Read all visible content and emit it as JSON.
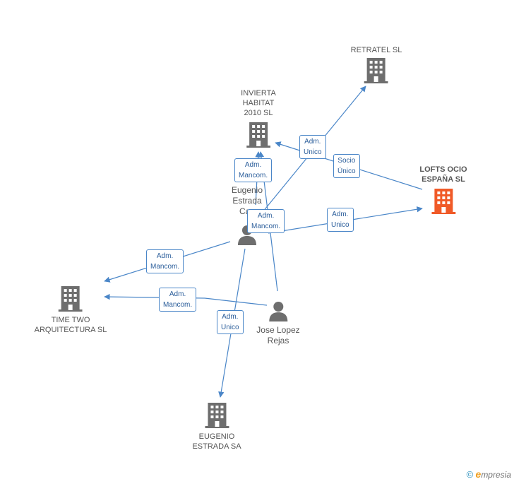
{
  "nodes": {
    "retratel": {
      "label_lines": [
        "RETRATEL SL"
      ]
    },
    "invierta": {
      "label_lines": [
        "INVIERTA",
        "HABITAT",
        "2010 SL"
      ]
    },
    "lofts": {
      "label_lines": [
        "LOFTS OCIO",
        "ESPAÑA SL"
      ],
      "color": "#f05a28"
    },
    "time_two": {
      "label_lines": [
        "TIME TWO",
        "ARQUITECTURA SL"
      ]
    },
    "eugenio_sa": {
      "label_lines": [
        "EUGENIO",
        "ESTRADA SA"
      ]
    },
    "eugenio_person": {
      "label_lines": [
        "Eugenio",
        "Estrada",
        "Can"
      ]
    },
    "jose": {
      "label_lines": [
        "Jose Lopez",
        "Rejas"
      ]
    }
  },
  "edges": [
    {
      "id": "e1",
      "lines": [
        "Adm.",
        "Mancom."
      ]
    },
    {
      "id": "e2",
      "lines": [
        "Adm.",
        "Unico"
      ]
    },
    {
      "id": "e3",
      "lines": [
        "Socio",
        "Único"
      ]
    },
    {
      "id": "e4",
      "lines": [
        "Adm.",
        "Mancom."
      ]
    },
    {
      "id": "e5",
      "lines": [
        "Adm.",
        "Unico"
      ]
    },
    {
      "id": "e6",
      "lines": [
        "Adm.",
        "Mancom."
      ]
    },
    {
      "id": "e7",
      "lines": [
        "Adm.",
        "Mancom."
      ]
    },
    {
      "id": "e8",
      "lines": [
        "Adm.",
        "Unico"
      ]
    }
  ],
  "colors": {
    "building": "#6e6e6e",
    "focus_building": "#f05a28",
    "edge": "#4a86c8",
    "person": "#6e6e6e"
  },
  "footer": {
    "copyright": "©",
    "brand_initial": "e",
    "brand_rest": "mpresia"
  }
}
